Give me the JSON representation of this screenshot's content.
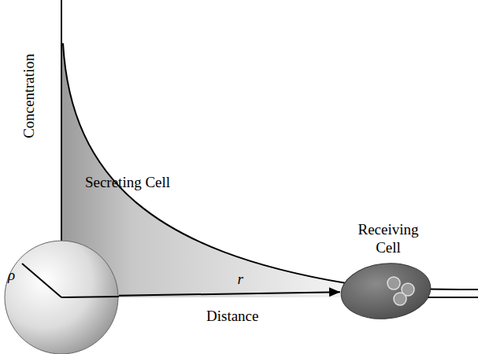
{
  "diagram": {
    "nodes": [
      {
        "text": [
          "Secreting Cell"
        ]
      },
      {
        "text": [
          "Receiving Cell"
        ]
      }
    ],
    "edges": [
      {
        "from": 0,
        "to": 1,
        "label": "r",
        "arrow": "to"
      }
    ],
    "labels": [
      "Concentration",
      "ρ",
      "Distance"
    ]
  }
}
